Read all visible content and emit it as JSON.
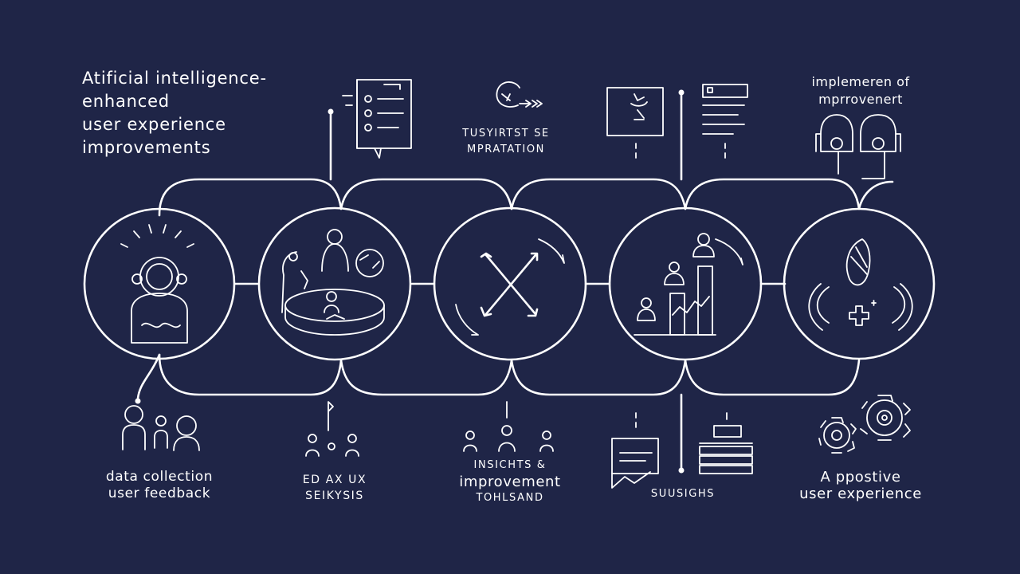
{
  "title": {
    "lines": [
      "Atificial intelligence-",
      "enhanced",
      "user experience",
      "improvements"
    ]
  },
  "top_labels": {
    "step2": [
      "TUSYIRTST  SE",
      "MPRATATION"
    ],
    "step5": [
      "implemeren of",
      "mprrovenert"
    ]
  },
  "bottom_labels": {
    "step1": [
      "data collection",
      "user feedback"
    ],
    "step2": [
      "ED AX UX",
      "SEIKYSIS"
    ],
    "step3": [
      "INSICHTS &",
      "improvement",
      "TOHLSAND"
    ],
    "step4": [
      "SUUSIGHS"
    ],
    "step5": [
      "A ppostive",
      "user experience"
    ]
  },
  "icon_names": [
    "document-icon",
    "pointer-icon",
    "translate-icon",
    "text-lines-icon",
    "headphones-people-icon",
    "people-icon",
    "raise-hand-icon",
    "persons-icon",
    "chart-note-icon",
    "stack-icon",
    "gears-icon"
  ],
  "colors": {
    "background": "#1f2547",
    "stroke": "#ffffff"
  }
}
